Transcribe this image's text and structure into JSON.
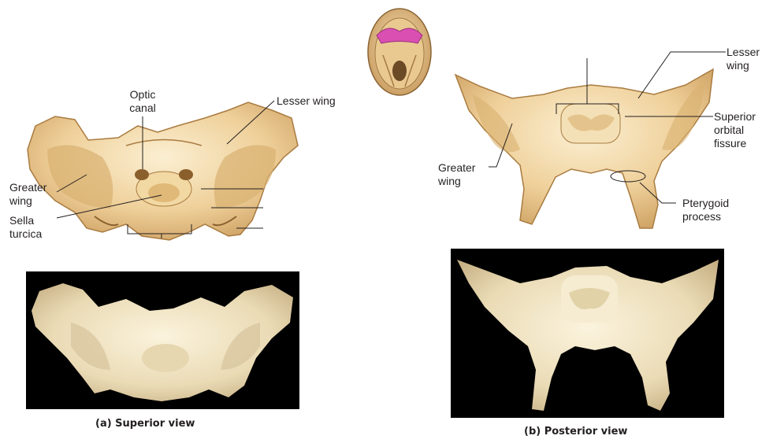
{
  "labels": {
    "optic_canal_a": "Optic",
    "optic_canal_b": "canal",
    "lesser_wing_sup": "Lesser wing",
    "greater_wing_sup_a": "Greater",
    "greater_wing_sup_b": "wing",
    "sella_turcica_a": "Sella",
    "sella_turcica_b": "turcica",
    "lesser_wing_post_a": "Lesser",
    "lesser_wing_post_b": "wing",
    "superior_orbital_fissure_a": "Superior",
    "superior_orbital_fissure_b": "orbital",
    "superior_orbital_fissure_c": "fissure",
    "greater_wing_post_a": "Greater",
    "greater_wing_post_b": "wing",
    "pterygoid_process_a": "Pterygoid",
    "pterygoid_process_b": "process"
  },
  "captions": {
    "superior": "(a) Superior view",
    "posterior": "(b) Posterior view"
  },
  "colors": {
    "bone_light": "#f3dcae",
    "bone_mid": "#e2bd7c",
    "bone_dark": "#b88a4a",
    "skull_highlight": "#d94fb2",
    "photo_bg": "#000000",
    "line": "#231f20"
  }
}
